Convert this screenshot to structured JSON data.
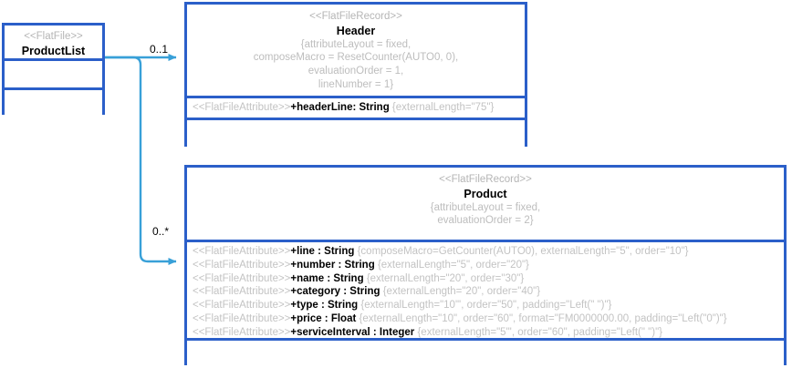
{
  "diagram": {
    "title": "FlatFile class diagram",
    "colors": {
      "class_border": "#2b5fc9",
      "connector": "#38a0d8",
      "stereotype_text": "#b9b9b9",
      "property_text": "#c3c3c3",
      "name_text": "#000000",
      "background": "#ffffff"
    }
  },
  "classes": {
    "productlist": {
      "stereotype": "<<FlatFile>>",
      "name": "ProductList",
      "attributes": [],
      "operations": []
    },
    "header": {
      "stereotype": "<<FlatFileRecord>>",
      "name": "Header",
      "tags": [
        "{attributeLayout = fixed,",
        "composeMacro = ResetCounter(AUTO0, 0),",
        "evaluationOrder = 1,",
        "lineNumber = 1}"
      ],
      "attributes": [
        {
          "stereotype": "<<FlatFileAttribute>>",
          "signature": "+headerLine: String",
          "properties": "{externalLength=\"75\"}"
        }
      ],
      "operations": []
    },
    "product": {
      "stereotype": "<<FlatFileRecord>>",
      "name": "Product",
      "tags": [
        "{attributeLayout = fixed,",
        "evaluationOrder = 2}"
      ],
      "attributes": [
        {
          "stereotype": "<<FlatFileAttribute>>",
          "signature": "+line : String",
          "properties": "{composeMacro=GetCounter(AUTO0), externalLength=\"5\", order=\"10\"}"
        },
        {
          "stereotype": "<<FlatFileAttribute>>",
          "signature": "+number : String",
          "properties": "{externalLength=\"5\", order=\"20\"}"
        },
        {
          "stereotype": "<<FlatFileAttribute>>",
          "signature": "+name : String",
          "properties": "{externalLength=\"20\", order=\"30\"}"
        },
        {
          "stereotype": "<<FlatFileAttribute>>",
          "signature": "+category : String",
          "properties": "{externalLength=\"20\", order=\"40\"}"
        },
        {
          "stereotype": "<<FlatFileAttribute>>",
          "signature": "+type : String",
          "properties": "{externalLength=\"10\"', order=\"50\", padding=\"Left(\" \")\"}"
        },
        {
          "stereotype": "<<FlatFileAttribute>>",
          "signature": "+price : Float",
          "properties": "{externalLength=\"10\", order=\"60\", format=\"FM0000000.00, padding=\"Left(\"0\")\"}"
        },
        {
          "stereotype": "<<FlatFileAttribute>>",
          "signature": "+serviceInterval : Integer",
          "properties": "{externalLength=\"5\"', order=\"60\", padding=\"Left(\" \")\"}"
        }
      ],
      "operations": []
    }
  },
  "connectors": [
    {
      "name": "productlist-to-header",
      "source": "ProductList",
      "target": "Header",
      "multiplicity": "0..1"
    },
    {
      "name": "productlist-to-product",
      "source": "ProductList",
      "target": "Product",
      "multiplicity": "0..*"
    }
  ]
}
